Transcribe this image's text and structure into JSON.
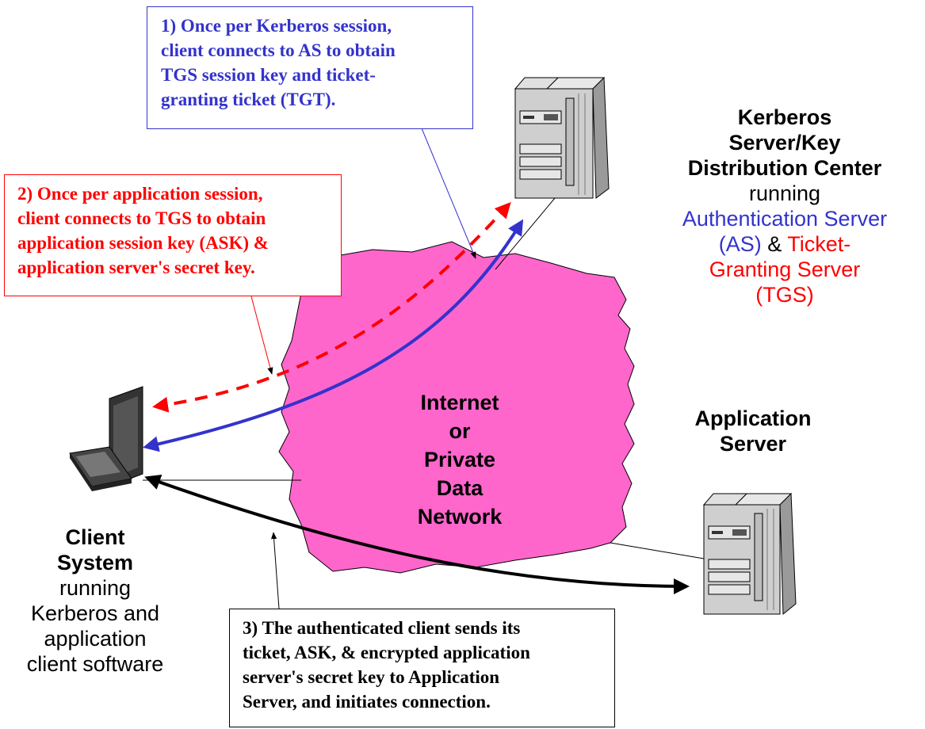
{
  "callout_as": {
    "lines": [
      "1) Once per Kerberos session,",
      "client connects to AS to obtain",
      "TGS session key and ticket-",
      "granting ticket (TGT)."
    ],
    "color": "#3333cc"
  },
  "callout_tgs": {
    "lines": [
      "2) Once per application session,",
      "client connects to TGS to obtain",
      "application session key (ASK) &",
      "application server's secret key."
    ],
    "color": "#ff0000"
  },
  "callout_app": {
    "lines": [
      "3) The authenticated client sends its",
      "ticket, ASK, & encrypted application",
      "server's secret key to Application",
      "Server, and initiates connection."
    ],
    "color": "#000000"
  },
  "kdc_label": {
    "title_lines": [
      "Kerberos",
      "Server/Key",
      "Distribution Center"
    ],
    "running": "running",
    "as_text": "Authentication Server",
    "as_abbr": "(AS)",
    "amp": " & ",
    "tgs_text_1": "Ticket-",
    "tgs_text_2": "Granting Server",
    "tgs_abbr": "(TGS)",
    "as_color": "#3333cc",
    "tgs_color": "#ff0000"
  },
  "app_server_label": {
    "lines": [
      "Application",
      "Server"
    ]
  },
  "client_label": {
    "title_lines": [
      "Client",
      "System"
    ],
    "desc_lines": [
      "running",
      "Kerberos and",
      "application",
      "client software"
    ]
  },
  "network_label": {
    "lines": [
      "Internet",
      "or",
      "Private",
      "Data",
      "Network"
    ]
  },
  "colors": {
    "cloud": "#ff66cc",
    "blue_arrow": "#3333cc",
    "red_arrow": "#ff0000",
    "black_arrow": "#000000"
  }
}
